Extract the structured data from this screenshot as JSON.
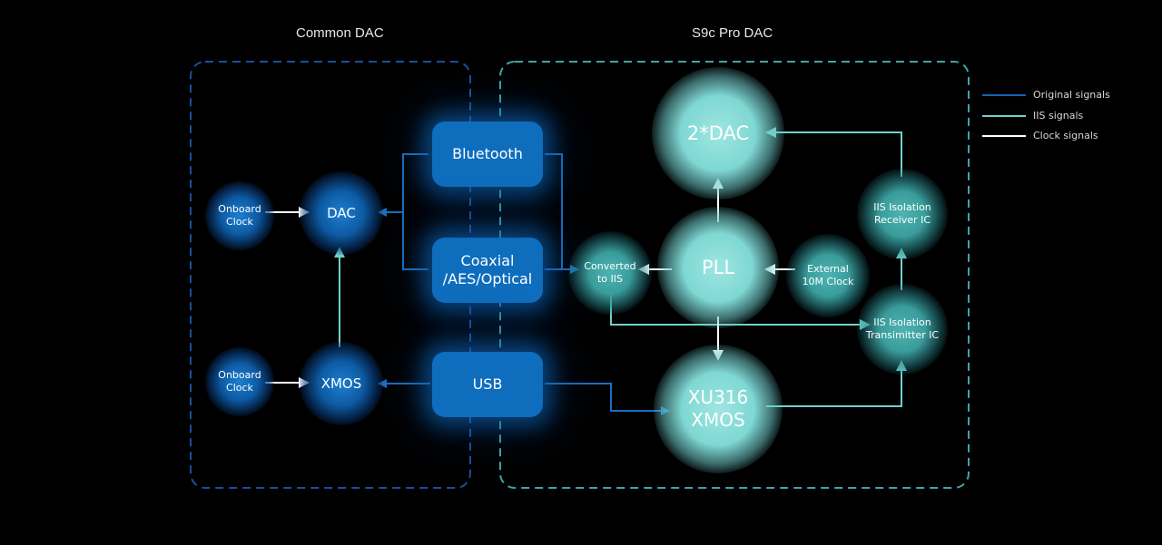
{
  "titles": {
    "common": "Common DAC",
    "pro": "S9c Pro DAC"
  },
  "nodes": {
    "onboard_clock_top": "Onboard\nClock",
    "dac_common": "DAC",
    "onboard_clock_bottom": "Onboard\nClock",
    "xmos_common": "XMOS",
    "bluetooth": "Bluetooth",
    "coaxial": "Coaxial\n/AES/Optical",
    "usb": "USB",
    "converted": "Converted\nto IIS",
    "pll": "PLL",
    "external_clock": "External\n10M Clock",
    "dac_pro": "2*DAC",
    "xu316": "XU316\nXMOS",
    "receiver": "IIS Isolation\nReceiver IC",
    "transmitter": "IIS Isolation\nTransimitter IC"
  },
  "legend": [
    {
      "label": "Original signals",
      "color": "#1565b5"
    },
    {
      "label": "IIS signals",
      "color": "#6fd0cc"
    },
    {
      "label": "Clock signals",
      "color": "#ffffff"
    }
  ]
}
